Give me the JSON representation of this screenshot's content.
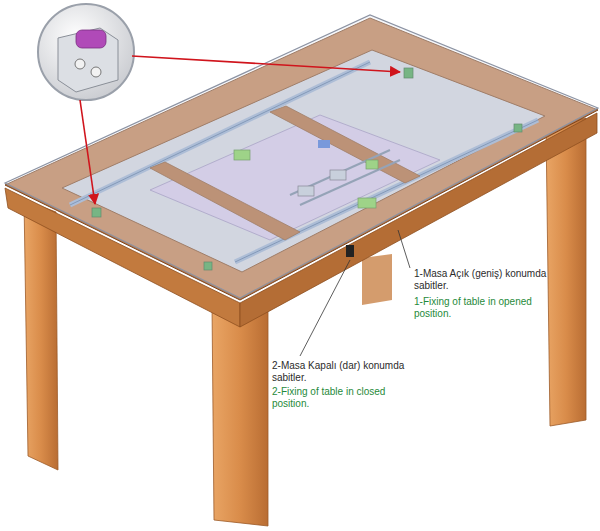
{
  "diagram": {
    "labels": [
      "1-Masa Açık (geniş) konumda sabitler.",
      "1-Fixing of table in opened position.",
      "2-Masa Kapalı (dar) konumda sabitler.",
      "2-Fixing of table in closed position."
    ]
  }
}
